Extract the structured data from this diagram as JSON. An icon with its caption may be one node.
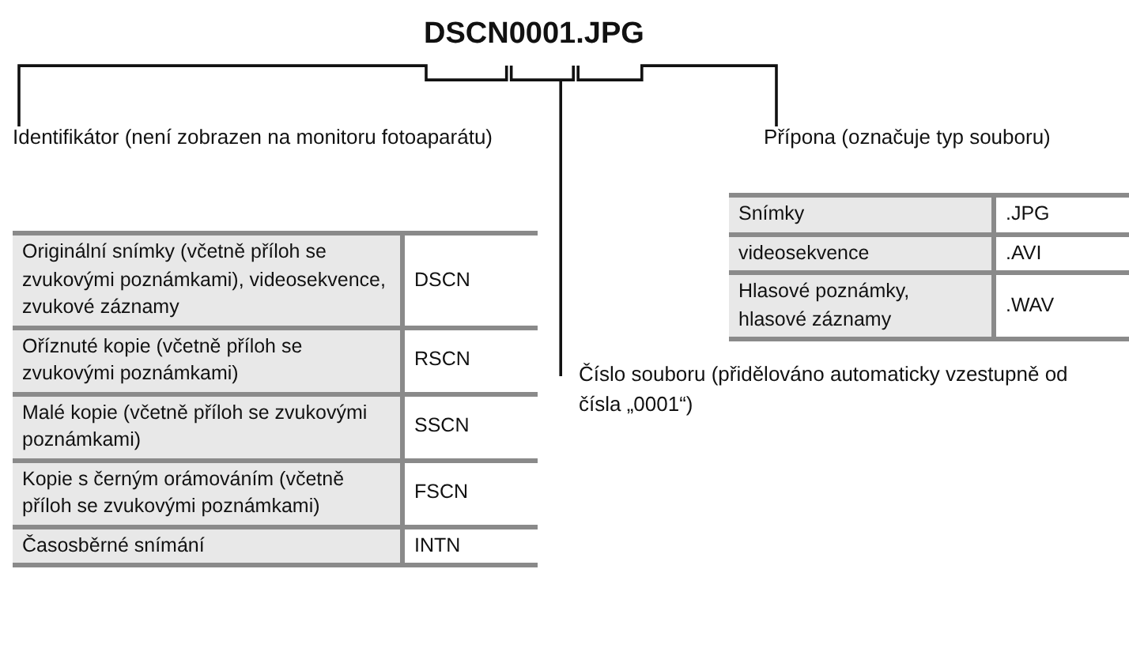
{
  "diagram": {
    "nodes": [
      {
        "text": [
          "DSCN0001.JPG"
        ]
      },
      {
        "text": [
          "Identifikátor (není zobrazen na monitoru fotoaparátu)"
        ]
      },
      {
        "text": [
          "Přípona (označuje typ souboru)"
        ]
      },
      {
        "text": [
          "Číslo souboru (přidělováno automaticky vzestupně od čísla „0001“)"
        ]
      }
    ],
    "edges": [
      {
        "from": 0,
        "to": 1,
        "arrow": "none"
      },
      {
        "from": 0,
        "to": 2,
        "arrow": "none"
      },
      {
        "from": 0,
        "to": 3,
        "arrow": "none"
      }
    ],
    "labels": [
      "Originální snímky (včetně příloh se zvukovými poznámkami), videosekvence, zvukové záznamy",
      "DSCN",
      "Oříznuté kopie (včetně příloh se zvukovými poznámkami)",
      "RSCN",
      "Malé kopie (včetně příloh se zvukovými poznámkami)",
      "SSCN",
      "Kopie s černým orámováním (včetně příloh se zvukovými poznámkami)",
      "FSCN",
      "Časosběrné snímání",
      "INTN",
      "Snímky",
      ".JPG",
      "videosekvence",
      ".AVI",
      "Hlasové poznámky, hlasové záznamy",
      ".WAV"
    ]
  }
}
